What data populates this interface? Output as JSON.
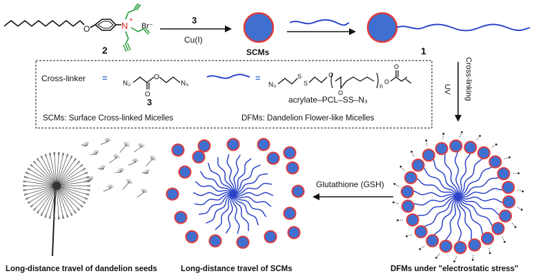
{
  "compound2_label": "2",
  "reagent_label": "3",
  "catalyst_label": "Cu(I)",
  "scm_label": "SCMs",
  "product1_label": "1",
  "uv_label": "UV",
  "crosslinking_label": "Cross-linking",
  "gsh_label": "Glutathione (GSH)",
  "legend": {
    "crosslinker_text": "Cross-linker",
    "equals": "=",
    "crosslinker_number": "3",
    "polymer_name": "acrylate–PCL–SS–N₃",
    "scm_definition": "SCMs: Surface Cross-linked Micelles",
    "dfm_definition": "DFMs: Dandelion Flower-like Micelles"
  },
  "molecule": {
    "atom_O": "O",
    "atom_N": "N",
    "charge": "+",
    "counterion": "Br⁻",
    "crosslinker_atom_N3a": "N₃",
    "crosslinker_atom_O": "O",
    "crosslinker_atom_Ocarbonyl": "O",
    "crosslinker_atom_N3b": "N₃",
    "polymer_atom_N3": "N₃",
    "polymer_atom_S1": "S",
    "polymer_atom_S2": "S",
    "polymer_atom_O1": "O",
    "polymer_atom_O2": "O",
    "polymer_atom_O3": "O",
    "polymer_subscript_n": "n"
  },
  "captions": {
    "dandelion": "Long-distance travel of dandelion seeds",
    "scms": "Long-distance travel of SCMs",
    "dfms": "DFMs under \"electrostatic stress\""
  },
  "colors": {
    "micelle_fill": "#3f6fd0",
    "micelle_stroke": "#e03a3a",
    "chain": "#2c44c8",
    "reagent_red": "#e02020",
    "reagent_green": "#1f9a3a",
    "ink": "#111111"
  }
}
